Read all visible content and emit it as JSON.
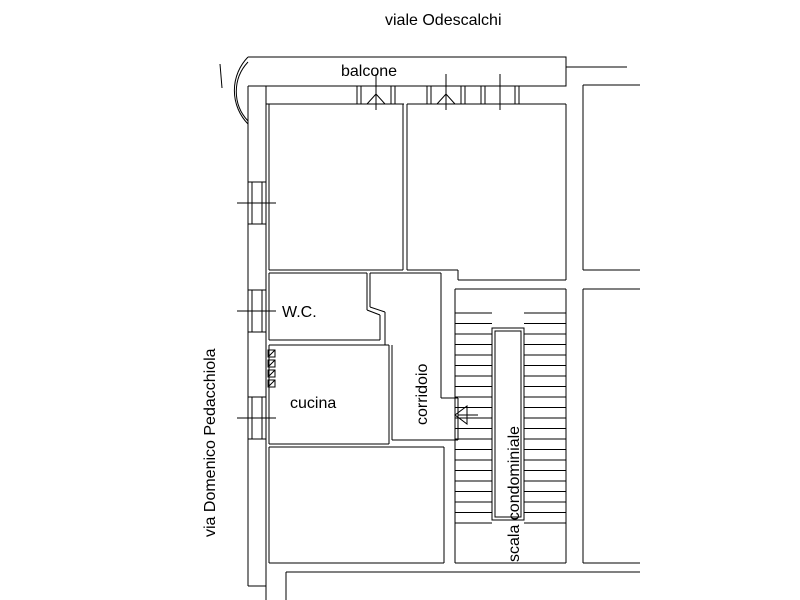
{
  "labels": {
    "street_top": "viale Odescalchi",
    "street_left": "via Domenico Pedacchiola",
    "balcony": "balcone",
    "wc": "W.C.",
    "kitchen": "cucina",
    "corridor": "corridoio",
    "stair": "scala condominiale"
  }
}
